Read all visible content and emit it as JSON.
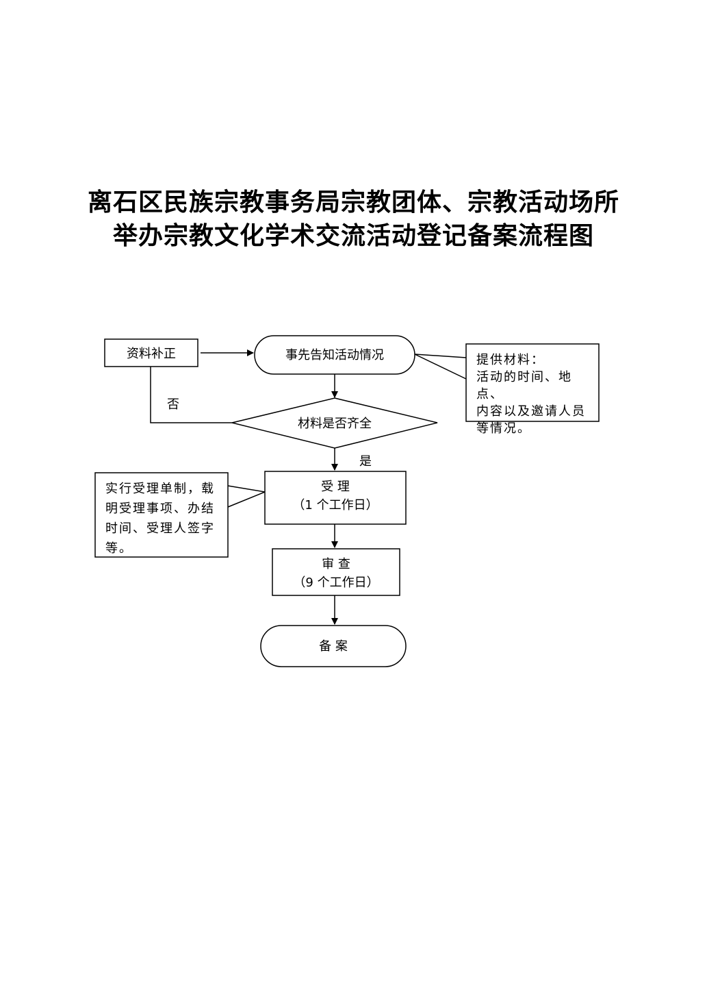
{
  "title": {
    "line1": "离石区民族宗教事务局宗教团体、宗教活动场所",
    "line2": "举办宗教文化学术交流活动登记备案流程图"
  },
  "flow": {
    "supplement": "资料补正",
    "notify": "事先告知活动情况",
    "decision": "材料是否齐全",
    "no_label": "否",
    "yes_label": "是",
    "accept_title": "受 理",
    "accept_days": "（1 个工作日）",
    "review_title": "审 查",
    "review_days": "（9 个工作日）",
    "record": "备 案"
  },
  "notes": {
    "materials": [
      "提供材料：",
      "活动的时间、地点、",
      "内容以及邀请人员",
      "等情况。"
    ],
    "accept_note": [
      "实行受理单制，载",
      "明受理事项、办结",
      "时间、受理人签字",
      "等。"
    ]
  }
}
